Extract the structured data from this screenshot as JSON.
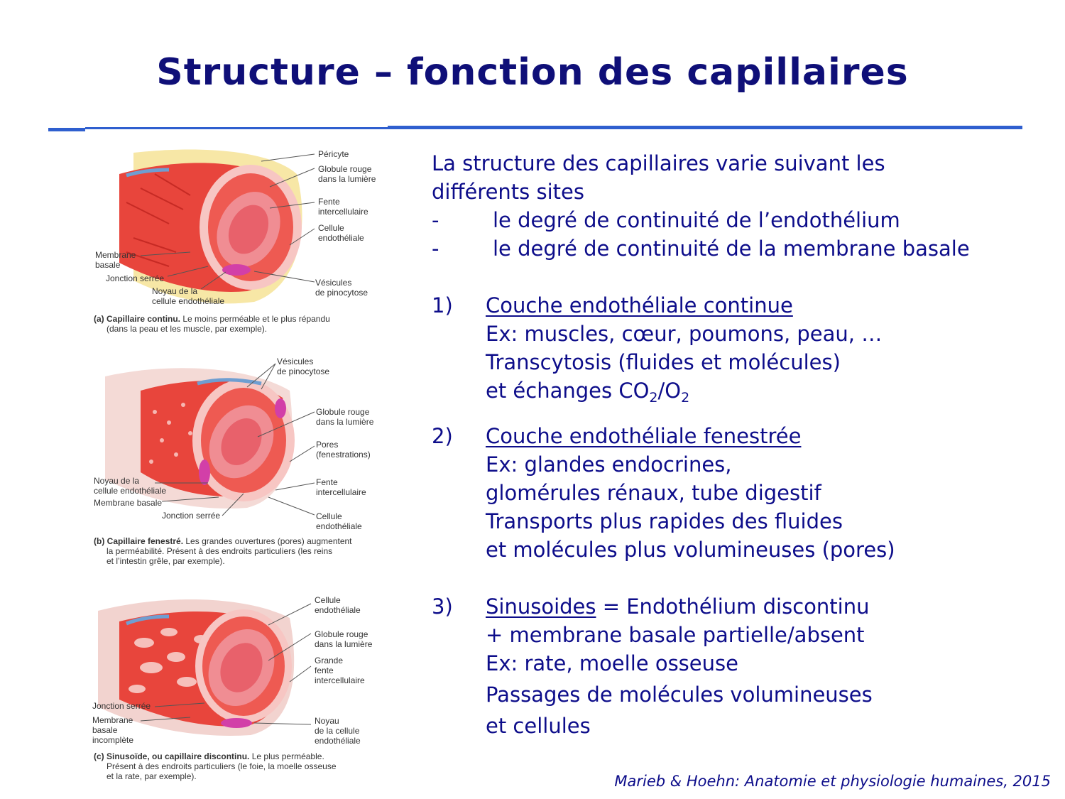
{
  "slide": {
    "title": "Structure – fonction des capillaires",
    "citation": "Marieb & Hoehn: Anatomie et physiologie humaines, 2015"
  },
  "intro": {
    "line1": "La structure des capillaires varie suivant les",
    "line2": "différents sites",
    "bullet_marker": "-",
    "bullet1": "le degré de continuité de l’endothélium",
    "bullet2": "le degré de continuité de la membrane basale"
  },
  "items": [
    {
      "number": "1)",
      "heading": "Couche endothéliale continue",
      "lines": [
        "Ex: muscles, cœur, poumons, peau, …",
        "Transcytosis (fluides et molécules)"
      ],
      "exchange_prefix": "et échanges CO",
      "sub1": "2",
      "exchange_mid": "/O",
      "sub2": "2"
    },
    {
      "number": "2)",
      "heading": "Couche endothéliale fenestrée",
      "lines": [
        "Ex: glandes endocrines,",
        "glomérules rénaux, tube digestif",
        "Transports plus rapides des fluides",
        "et molécules plus volumineuses (pores)"
      ]
    },
    {
      "number": "3)",
      "heading": "Sinusoides",
      "heading_suffix": " = Endothélium discontinu",
      "lines": [
        "+ membrane basale partielle/absent",
        "Ex: rate, moelle osseuse",
        "Passages de molécules volumineuses",
        "et cellules"
      ]
    }
  ],
  "figures": {
    "a": {
      "labels": {
        "pericyte": "Péricyte",
        "globule1": "Globule rouge",
        "globule2": "dans la lumière",
        "fente1": "Fente",
        "fente2": "intercellulaire",
        "cellule1": "Cellule",
        "cellule2": "endothéliale",
        "membrane1": "Membrane",
        "membrane2": "basale",
        "jonction": "Jonction serrée",
        "noyau1": "Noyau de la",
        "noyau2": "cellule endothéliale",
        "vesicules1": "Vésicules",
        "vesicules2": "de pinocytose"
      },
      "caption_bold": "(a) Capillaire continu.",
      "caption_rest": " Le moins perméable et le plus répandu",
      "caption_line2": "(dans la peau et les muscle, par exemple)."
    },
    "b": {
      "labels": {
        "vesicules1": "Vésicules",
        "vesicules2": "de pinocytose",
        "globule1": "Globule rouge",
        "globule2": "dans la lumière",
        "pores1": "Pores",
        "pores2": "(fenestrations)",
        "noyau1": "Noyau de la",
        "noyau2": "cellule endothéliale",
        "membrane": "Membrane basale",
        "fente1": "Fente",
        "fente2": "intercellulaire",
        "jonction": "Jonction serrée",
        "cellule1": "Cellule",
        "cellule2": "endothéliale"
      },
      "caption_bold": "(b) Capillaire fenestré.",
      "caption_rest": " Les grandes ouvertures (pores) augmentent",
      "caption_line2": "la perméabilité. Présent à des endroits particuliers (les reins",
      "caption_line3": "et l’intestin grêle, par exemple)."
    },
    "c": {
      "labels": {
        "cellule1": "Cellule",
        "cellule2": "endothéliale",
        "globule1": "Globule rouge",
        "globule2": "dans la lumière",
        "grande1": "Grande",
        "grande2": "fente",
        "grande3": "intercellulaire",
        "jonction": "Jonction serrée",
        "membrane1": "Membrane",
        "membrane2": "basale",
        "membrane3": "incomplète",
        "noyau1": "Noyau",
        "noyau2": "de la cellule",
        "noyau3": "endothéliale"
      },
      "caption_bold": "(c) Sinusoïde, ou capillaire discontinu.",
      "caption_rest": " Le plus perméable.",
      "caption_line2": "Présent à des endroits particuliers (le foie, la moelle osseuse",
      "caption_line3": "et la rate, par exemple)."
    }
  },
  "colors": {
    "title": "#0f0f78",
    "text": "#0d0d8a",
    "rule": "#2f5fcf",
    "vessel": "#e8453c",
    "erythrocyte": "#e8616b",
    "nucleus": "#d23fa8"
  }
}
